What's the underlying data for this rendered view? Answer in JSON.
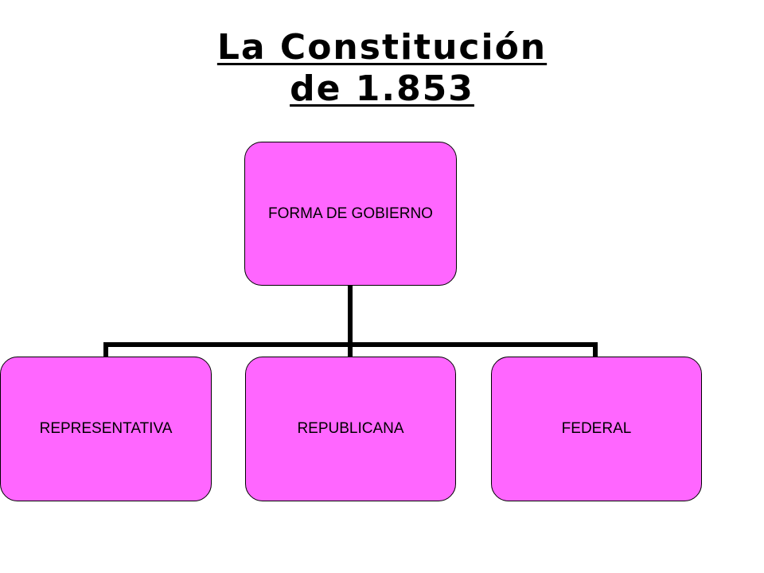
{
  "title": {
    "line1": "La Constitución",
    "line2": "de 1.853"
  },
  "diagram": {
    "root": "FORMA DE GOBIERNO",
    "children": [
      "REPRESENTATIVA",
      "REPUBLICANA",
      "FEDERAL"
    ]
  },
  "colors": {
    "node_fill": "#ff66ff",
    "line": "#000000"
  }
}
